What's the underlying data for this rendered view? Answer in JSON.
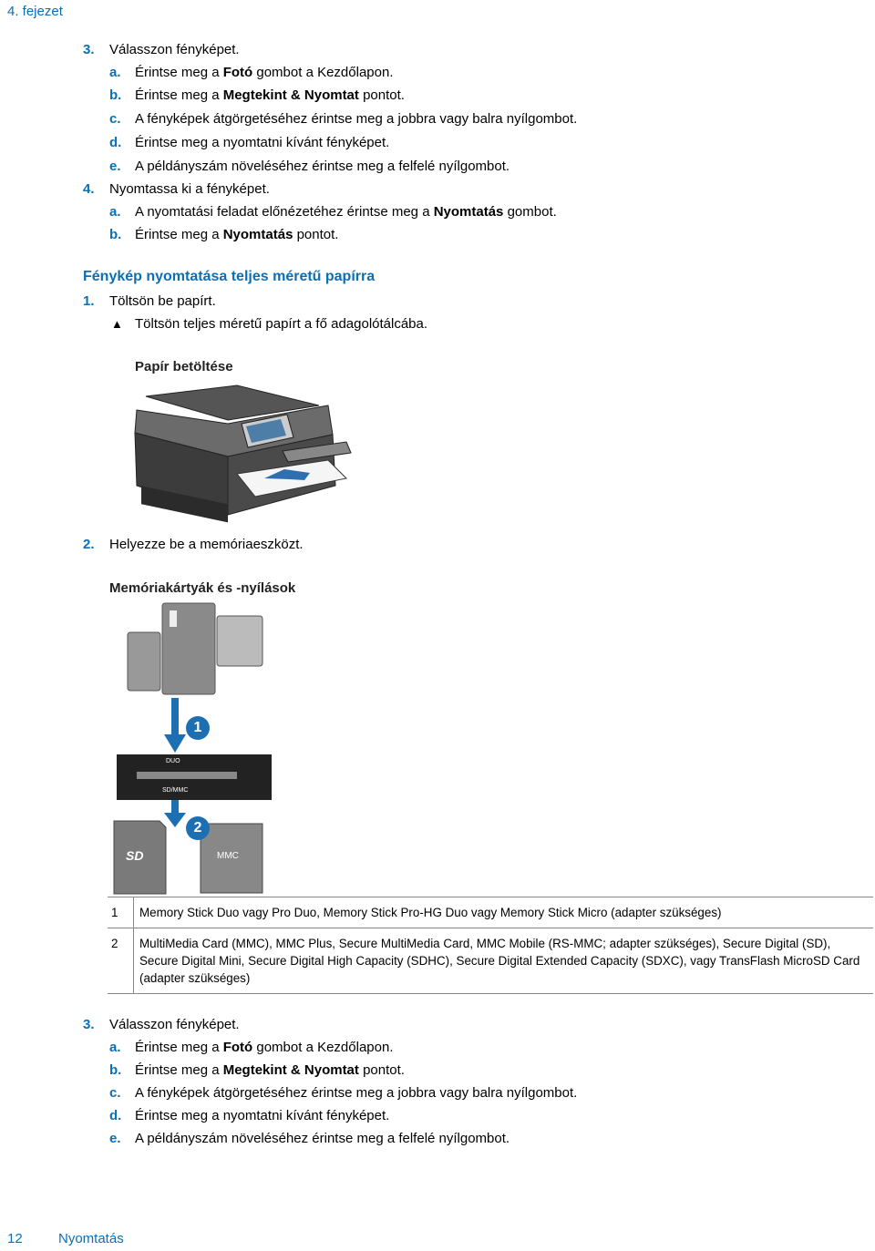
{
  "header": {
    "chapter": "4.  fejezet"
  },
  "block1": [
    {
      "num": "3.",
      "pre": "Válasszon fényképet.",
      "bold": "",
      "post": ""
    },
    {
      "num": "a.",
      "pre": "Érintse meg a ",
      "bold": "Fotó",
      "post": " gombot a Kezdőlapon."
    },
    {
      "num": "b.",
      "pre": "Érintse meg a ",
      "bold": "Megtekint & Nyomtat",
      "post": " pontot."
    },
    {
      "num": "c.",
      "pre": "A fényképek átgörgetéséhez érintse meg a jobbra vagy balra nyílgombot.",
      "bold": "",
      "post": ""
    },
    {
      "num": "d.",
      "pre": "Érintse meg a nyomtatni kívánt fényképet.",
      "bold": "",
      "post": ""
    },
    {
      "num": "e.",
      "pre": "A példányszám növeléséhez érintse meg a felfelé nyílgombot.",
      "bold": "",
      "post": ""
    },
    {
      "num": "4.",
      "pre": "Nyomtassa ki a fényképet.",
      "bold": "",
      "post": ""
    },
    {
      "num": "a.",
      "pre": "A nyomtatási feladat előnézetéhez érintse meg a ",
      "bold": "Nyomtatás",
      "post": " gombot."
    },
    {
      "num": "b.",
      "pre": "Érintse meg a ",
      "bold": "Nyomtatás",
      "post": " pontot."
    }
  ],
  "section_title": "Fénykép nyomtatása teljes méretű papírra",
  "step1": {
    "num": "1.",
    "text": "Töltsön be papírt."
  },
  "bullet": {
    "symbol": "▲",
    "text": "Töltsön teljes méretű papírt a fő adagolótálcába."
  },
  "paper_heading": "Papír betöltése",
  "step2": {
    "num": "2.",
    "text": "Helyezze be a memóriaeszközt."
  },
  "memory_heading": "Memóriakártyák és -nyílások",
  "figure_labels": {
    "callout1": "1",
    "callout2": "2",
    "slot_top": "DUO",
    "slot_bottom": "SD/MMC",
    "sd_logo": "SD",
    "mmc_logo": "MMC"
  },
  "legend": [
    {
      "idx": "1",
      "text": "Memory Stick Duo vagy Pro Duo, Memory Stick Pro-HG Duo vagy Memory Stick Micro (adapter szükséges)"
    },
    {
      "idx": "2",
      "text": "MultiMedia Card (MMC), MMC Plus, Secure MultiMedia Card, MMC Mobile (RS-MMC; adapter szükséges), Secure Digital (SD), Secure Digital Mini, Secure Digital High Capacity (SDHC), Secure Digital Extended Capacity (SDXC), vagy TransFlash MicroSD Card (adapter szükséges)"
    }
  ],
  "block2": [
    {
      "num": "3.",
      "pre": "Válasszon fényképet.",
      "bold": "",
      "post": ""
    },
    {
      "num": "a.",
      "pre": "Érintse meg a ",
      "bold": "Fotó",
      "post": " gombot a Kezdőlapon."
    },
    {
      "num": "b.",
      "pre": "Érintse meg a ",
      "bold": "Megtekint & Nyomtat",
      "post": " pontot."
    },
    {
      "num": "c.",
      "pre": "A fényképek átgörgetéséhez érintse meg a jobbra vagy balra nyílgombot.",
      "bold": "",
      "post": ""
    },
    {
      "num": "d.",
      "pre": "Érintse meg a nyomtatni kívánt fényképet.",
      "bold": "",
      "post": ""
    },
    {
      "num": "e.",
      "pre": "A példányszám növeléséhez érintse meg a felfelé nyílgombot.",
      "bold": "",
      "post": ""
    }
  ],
  "footer": {
    "page": "12",
    "title": "Nyomtatás"
  }
}
